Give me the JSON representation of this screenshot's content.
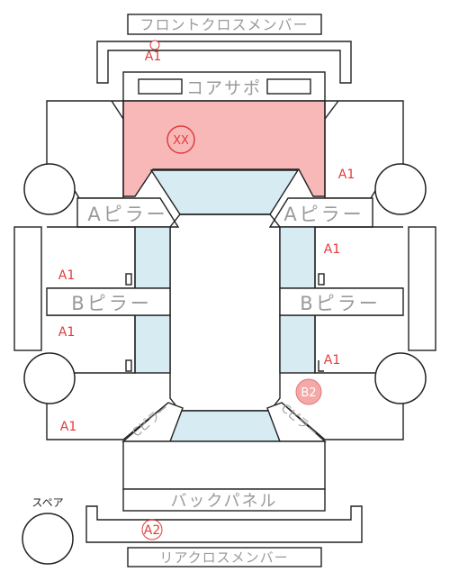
{
  "parts": {
    "front_cross_member": "フロントクロスメンバー",
    "core_support": "コアサポ",
    "a_pillar_left": "Aピラー",
    "a_pillar_right": "Aピラー",
    "b_pillar_left": "Bピラー",
    "b_pillar_right": "Bピラー",
    "back_panel": "バックパネル",
    "rear_cross_member": "リアクロスメンバー",
    "spare": "スペア",
    "c_pillar_left": "Cピラー",
    "c_pillar_right": "Cピラー"
  },
  "marks": {
    "front_cross_member": "A1",
    "core_support_xx": "XX",
    "right_front_fender": "A1",
    "left_front_door": "A1",
    "left_rear_door": "A1",
    "right_front_door": "A1",
    "right_rear_door": "A1",
    "right_quarter_b2": "B2",
    "left_quarter": "A1",
    "rear_cross_member": "A2"
  },
  "colors": {
    "damage_fill": "#f8b8b8",
    "damage_stroke": "#e03c3c",
    "glass_fill": "#d6ebf2",
    "label_gray": "#9a9a9a",
    "mark_red": "#e03c3c",
    "b2_fill": "#f4a8a8"
  }
}
